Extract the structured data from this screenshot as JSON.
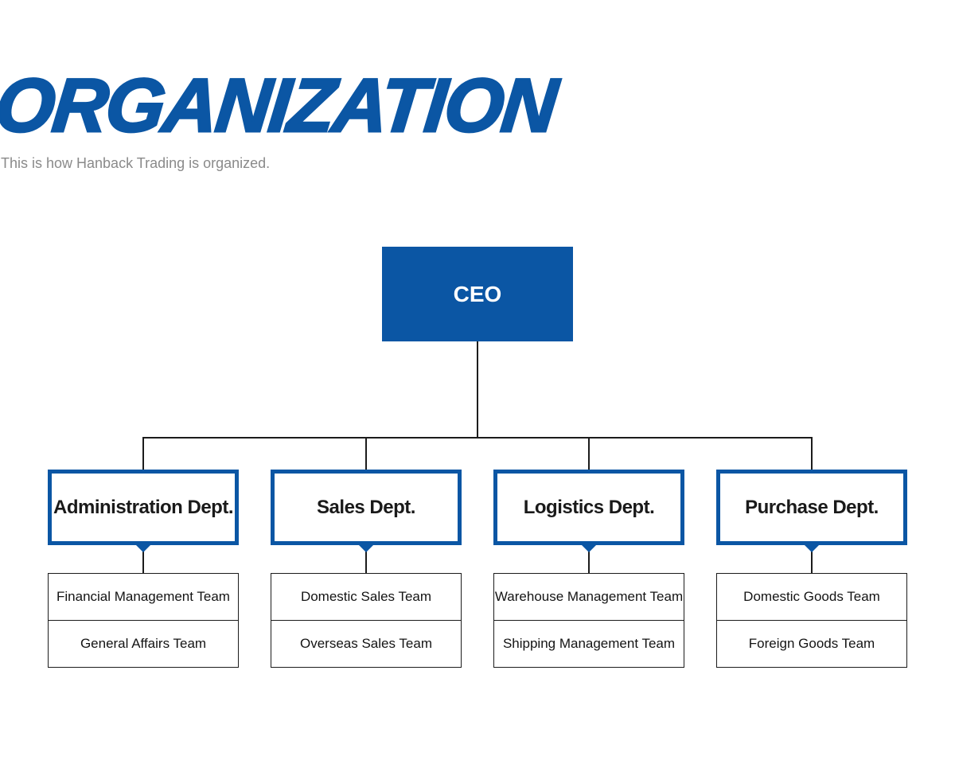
{
  "header": {
    "title": "ORGANIZATION",
    "subtitle": "This is how Hanback Trading is organized."
  },
  "colors": {
    "brand_blue": "#0B56A4",
    "connector_black": "#1C1C1C",
    "subtitle_gray": "#8A8A8A",
    "ceo_text_white": "#FFFFFF",
    "label_black": "#1A1A1A"
  },
  "org_chart": {
    "root": {
      "label": "CEO"
    },
    "departments": [
      {
        "label": "Administration Dept.",
        "teams": [
          "Financial Management Team",
          "General Affairs Team"
        ]
      },
      {
        "label": "Sales Dept.",
        "teams": [
          "Domestic Sales Team",
          "Overseas Sales Team"
        ]
      },
      {
        "label": "Logistics Dept.",
        "teams": [
          "Warehouse Management Team",
          "Shipping Management Team"
        ]
      },
      {
        "label": "Purchase Dept.",
        "teams": [
          "Domestic Goods Team",
          "Foreign Goods Team"
        ]
      }
    ]
  }
}
